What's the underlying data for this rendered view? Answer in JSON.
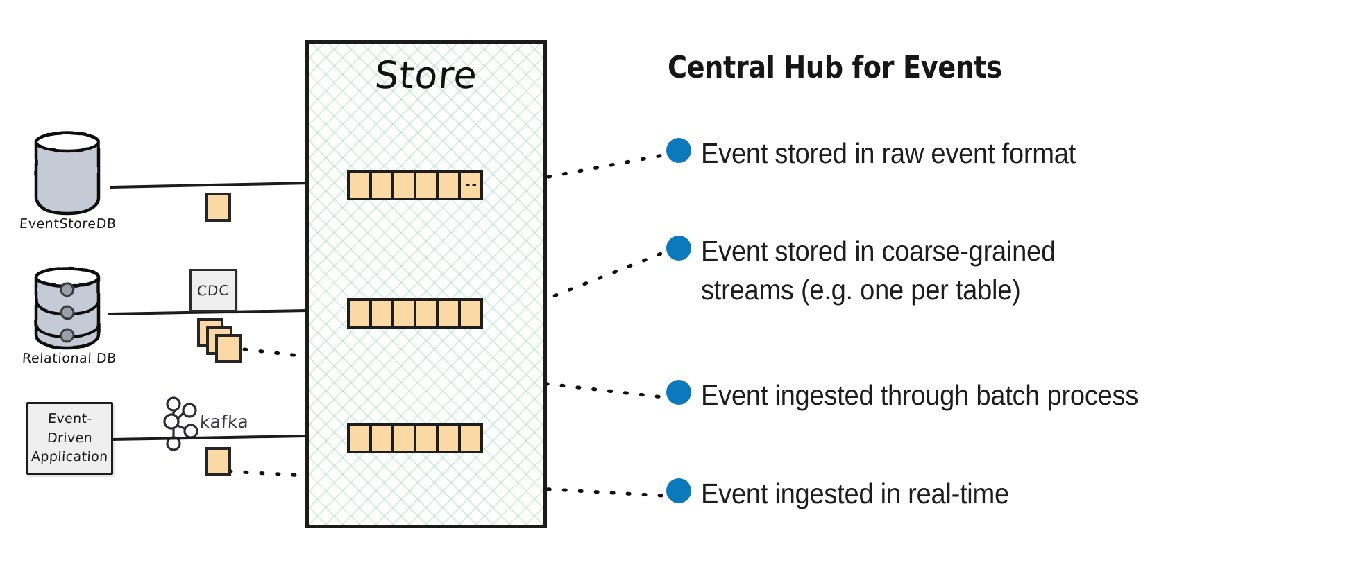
{
  "diagram": {
    "store": {
      "title": "Store",
      "streams": [
        {
          "name": "raw-event-stream",
          "cells": 6,
          "trailing_dots": "--"
        },
        {
          "name": "coarse-grained-stream",
          "cells": 6,
          "trailing_dots": ""
        },
        {
          "name": "realtime-stream",
          "cells": 6,
          "trailing_dots": ""
        }
      ]
    },
    "sources": [
      {
        "id": "eventstoredb",
        "label": "EventStoreDB",
        "icon": "cylinder-plain-icon",
        "pipe_label": "",
        "pipe_icon": ""
      },
      {
        "id": "relational-db",
        "label": "Relational DB",
        "icon": "cylinder-stacked-icon",
        "pipe_label": "CDC",
        "pipe_icon": "cdc-box-icon"
      },
      {
        "id": "event-driven-application",
        "label": "Event-\nDriven\nApplication",
        "label_lines": [
          "Event-",
          "Driven",
          "Application"
        ],
        "icon": "note-box-icon",
        "pipe_label": "kafka",
        "pipe_icon": "kafka-logo-icon"
      }
    ]
  },
  "panel": {
    "title": "Central Hub for Events",
    "accent_color": "#0b79bc",
    "bullets": [
      {
        "id": "raw-event-format",
        "text": "Event stored in raw event format"
      },
      {
        "id": "coarse-grained-streams",
        "text": "Event stored in coarse-grained\nstreams (e.g. one per table)"
      },
      {
        "id": "batch-process",
        "text": "Event ingested through batch process"
      },
      {
        "id": "real-time",
        "text": "Event ingested in real-time"
      }
    ]
  },
  "colors": {
    "event_square_fill": "#fbd9a5",
    "event_square_stroke": "#262626",
    "cylinder_fill": "#c5cbd6",
    "store_hatch": "#78c896",
    "box_fill": "#efefef",
    "ink": "#1b1b1b"
  }
}
